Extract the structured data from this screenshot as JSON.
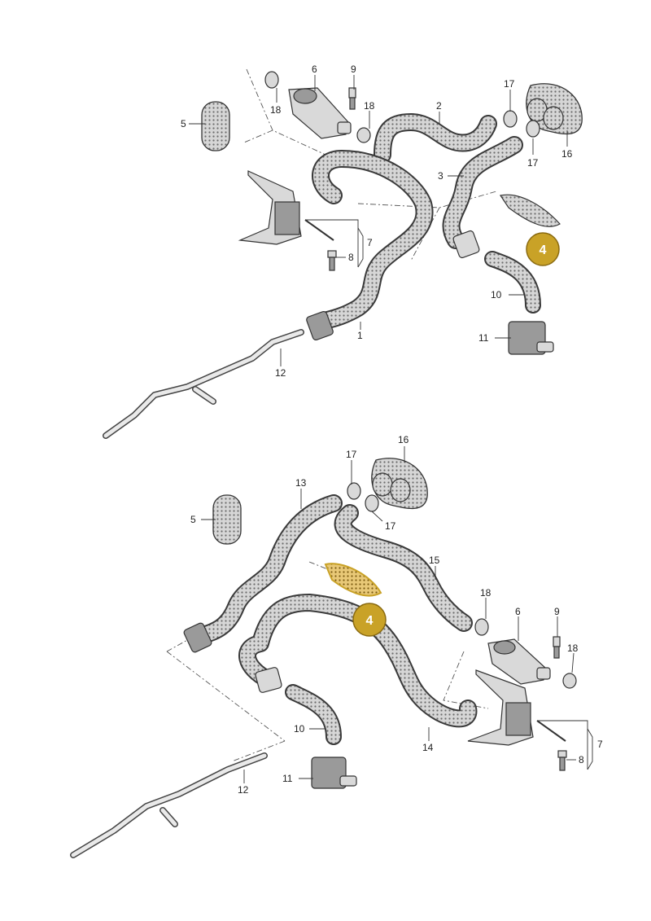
{
  "callouts": {
    "p1": "1",
    "p2": "2",
    "p3": "3",
    "p4": "4",
    "p5": "5",
    "p6": "6",
    "p7": "7",
    "p8": "8",
    "p9": "9",
    "p10": "10",
    "p11": "11",
    "p12": "12",
    "p13": "13",
    "p14": "14",
    "p15": "15",
    "p16": "16",
    "p17": "17",
    "p18": "18"
  },
  "highlight_color": "#c9a227",
  "hose_texture_color": "#cfcfcf"
}
